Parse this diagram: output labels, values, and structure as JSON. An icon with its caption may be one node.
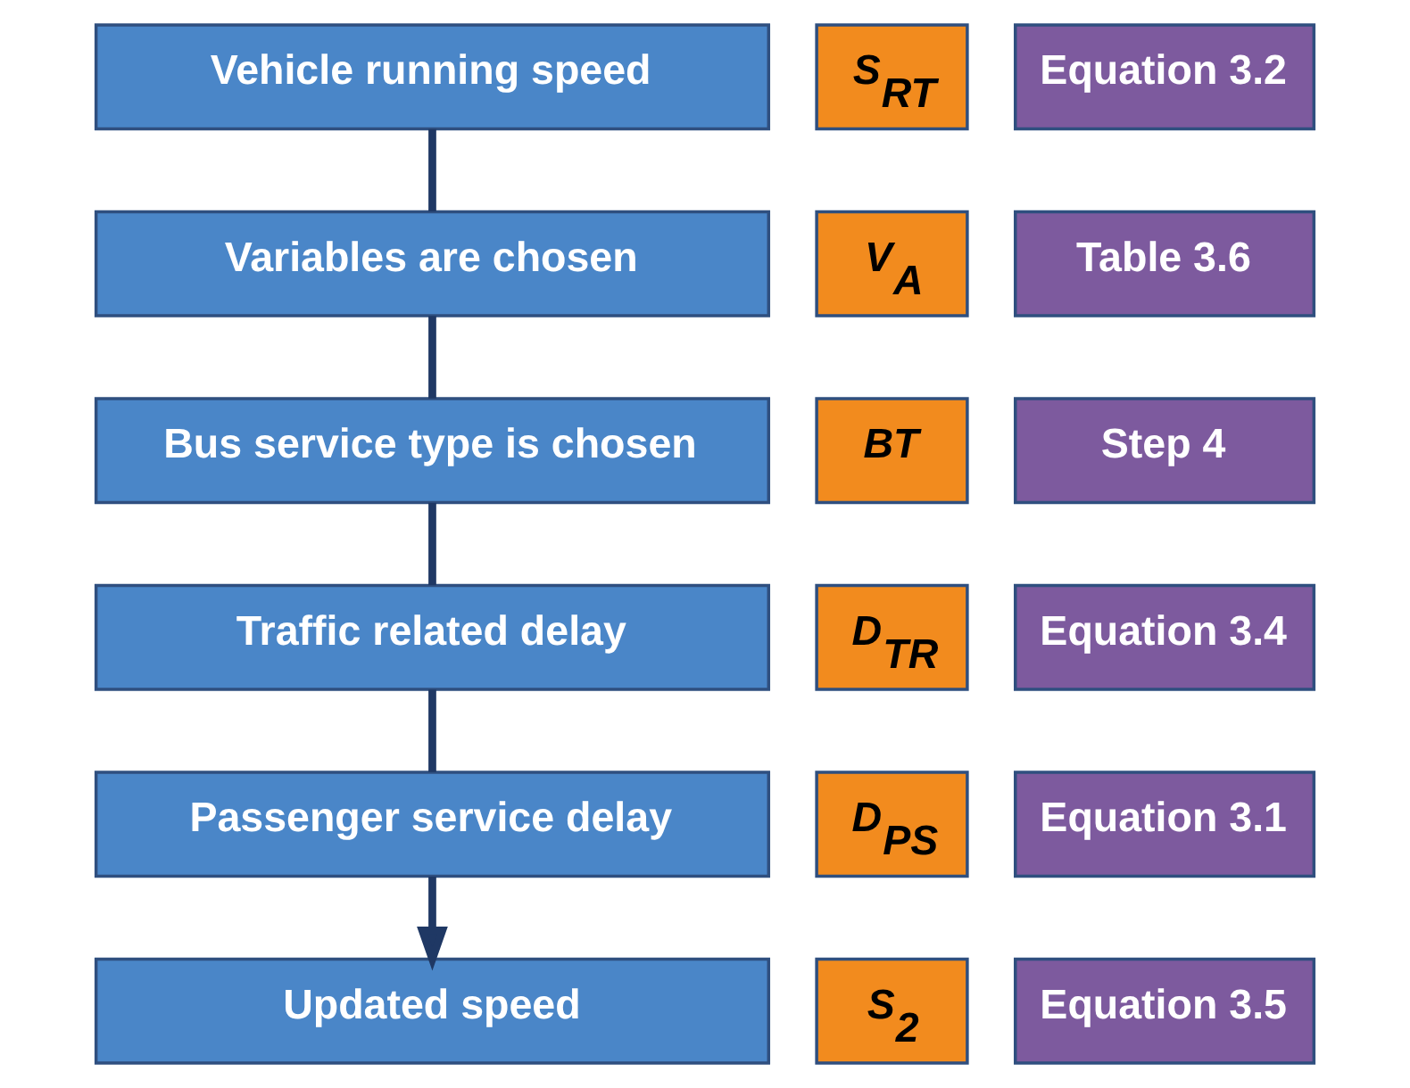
{
  "diagram": {
    "nodes": [
      {
        "text": [
          "Vehicle running speed"
        ]
      },
      {
        "text": [
          "S$_{RT}$"
        ]
      },
      {
        "text": [
          "Equation 3.2"
        ]
      },
      {
        "text": [
          "Variables are chosen"
        ]
      },
      {
        "text": [
          "V$_{A}$"
        ]
      },
      {
        "text": [
          "Table 3.6"
        ]
      },
      {
        "text": [
          "Bus service type is chosen"
        ]
      },
      {
        "text": [
          "BT"
        ]
      },
      {
        "text": [
          "Step 4"
        ]
      },
      {
        "text": [
          "Traffic related delay"
        ]
      },
      {
        "text": [
          "D$_{TR}$"
        ]
      },
      {
        "text": [
          "Equation 3.4"
        ]
      },
      {
        "text": [
          "Passenger service delay"
        ]
      },
      {
        "text": [
          "D$_{PS}$"
        ]
      },
      {
        "text": [
          "Equation 3.1"
        ]
      },
      {
        "text": [
          "Updated speed"
        ]
      },
      {
        "text": [
          "S$_{2}$"
        ]
      },
      {
        "text": [
          "Equation 3.5"
        ]
      }
    ],
    "edges": [
      {
        "from": 0,
        "to": 3,
        "arrow": "none"
      },
      {
        "from": 3,
        "to": 6,
        "arrow": "none"
      },
      {
        "from": 6,
        "to": 9,
        "arrow": "none"
      },
      {
        "from": 9,
        "to": 12,
        "arrow": "none"
      },
      {
        "from": 12,
        "to": 15,
        "arrow": "to"
      }
    ]
  }
}
